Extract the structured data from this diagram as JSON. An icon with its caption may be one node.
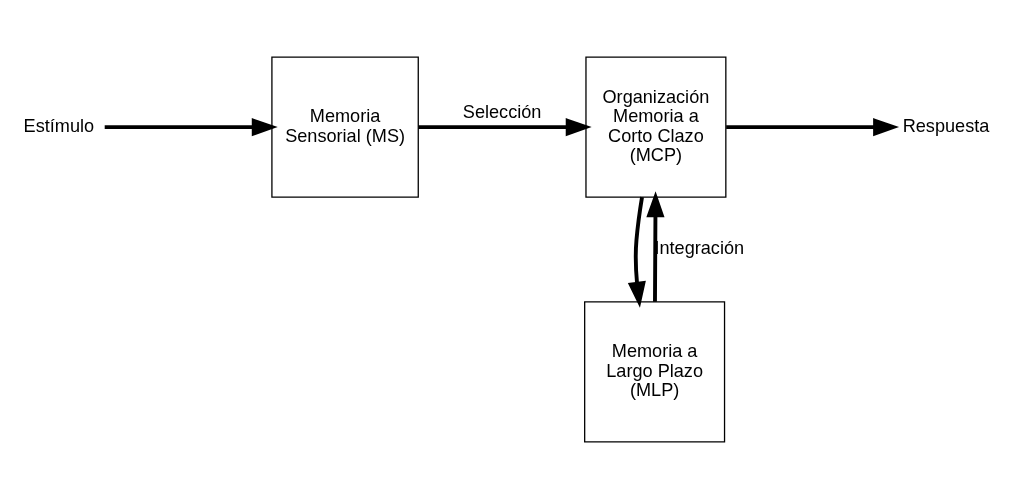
{
  "diagram": {
    "nodes": [
      {
        "text": [
          "Estímulo"
        ]
      },
      {
        "text": [
          "Memoria Sensorial (MS)"
        ]
      },
      {
        "text": [
          "Organización",
          "Memoria a Corto Clazo (MCP)"
        ]
      },
      {
        "text": [
          "Respuesta"
        ]
      },
      {
        "text": [
          "Memoria a Largo Plazo (MLP)"
        ]
      }
    ],
    "edges": [
      {
        "from": 0,
        "to": 1,
        "arrow": "to"
      },
      {
        "from": 1,
        "to": 2,
        "arrow": "to",
        "label": "Selección"
      },
      {
        "from": 2,
        "to": 3,
        "arrow": "to"
      },
      {
        "from": 4,
        "to": 2,
        "arrow": "to",
        "label": "Integración"
      },
      {
        "from": 2,
        "to": 4,
        "arrow": "to"
      }
    ]
  }
}
